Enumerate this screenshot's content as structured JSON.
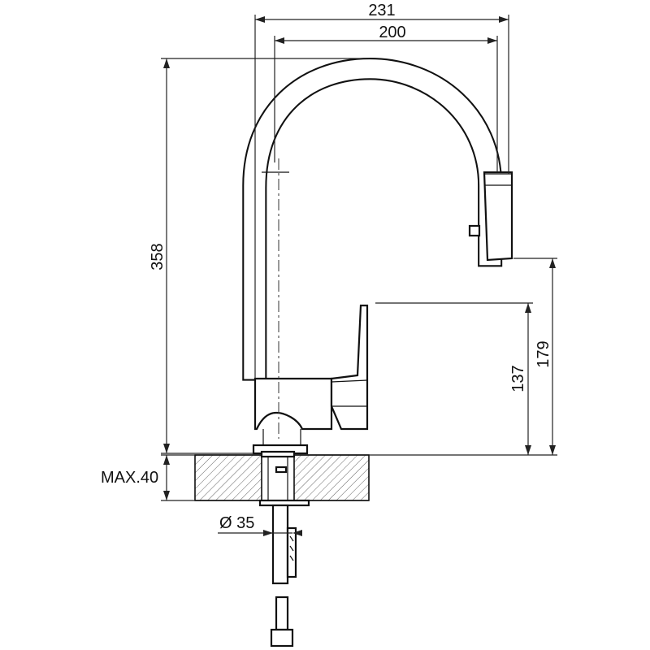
{
  "dimensions": {
    "total_reach": "231",
    "spout_reach": "200",
    "total_height": "358",
    "spout_height": "179",
    "lever_height": "137",
    "max_thickness": "MAX.40",
    "hole_diameter": "Ø 35"
  },
  "colors": {
    "line": "#111111",
    "hatch": "#666666",
    "background": "#ffffff"
  }
}
